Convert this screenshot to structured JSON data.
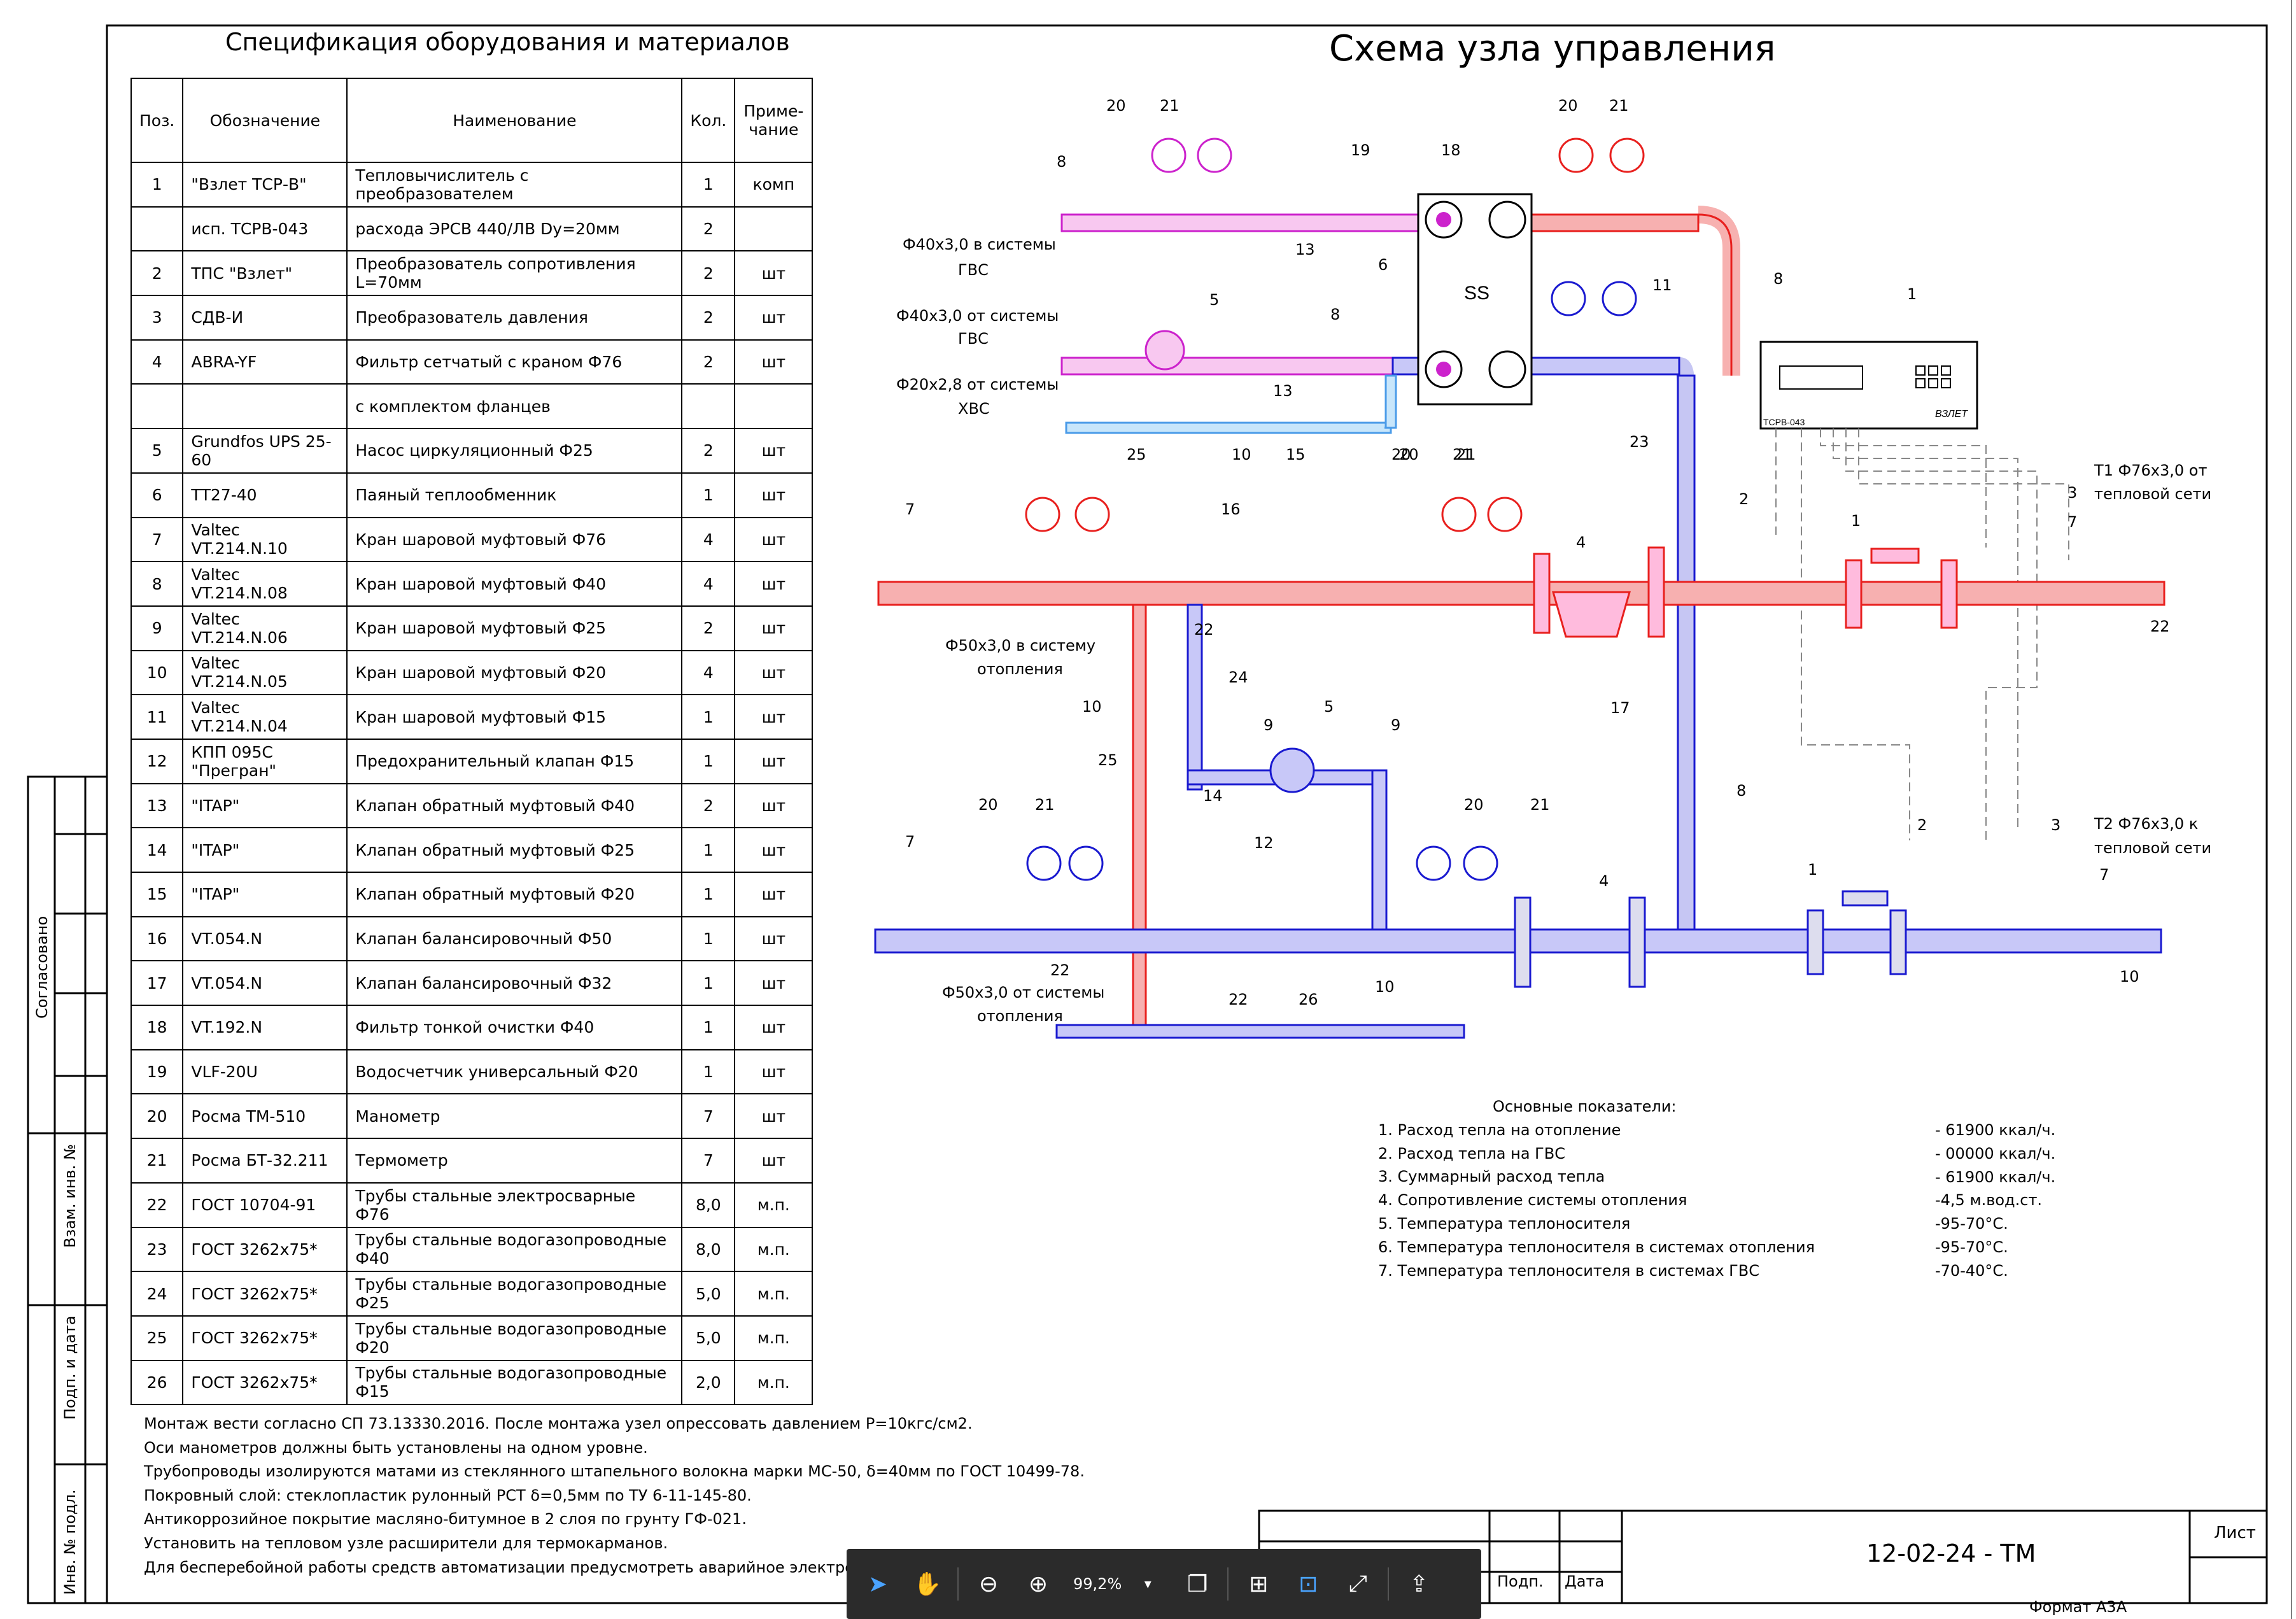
{
  "titles": {
    "spec": "Спецификация оборудования и материалов",
    "scheme": "Схема узла управления"
  },
  "spec_table": {
    "headers": [
      "Поз.",
      "Обозначение",
      "Наименование",
      "Кол.",
      "Приме-\nчание"
    ],
    "rows": [
      [
        "1",
        "\"Взлет ТСР-В\"",
        "Тепловычислитель с преобразователем",
        "1",
        "комп"
      ],
      [
        "",
        "исп. ТСРВ-043",
        "расхода ЭРСВ 440/ЛВ Dy=20мм",
        "2",
        ""
      ],
      [
        "2",
        "ТПС \"Взлет\"",
        "Преобразователь сопротивления L=70мм",
        "2",
        "шт"
      ],
      [
        "3",
        "СДВ-И",
        "Преобразователь давления",
        "2",
        "шт"
      ],
      [
        "4",
        "ABRA-YF",
        "Фильтр сетчатый с краном Ф76",
        "2",
        "шт"
      ],
      [
        "",
        "",
        "с комплектом фланцев",
        "",
        ""
      ],
      [
        "5",
        "Grundfos UPS 25-60",
        "Насос циркуляционный Ф25",
        "2",
        "шт"
      ],
      [
        "6",
        "ТТ27-40",
        "Паяный теплообменник",
        "1",
        "шт"
      ],
      [
        "7",
        "Valtec VT.214.N.10",
        "Кран шаровой муфтовый Ф76",
        "4",
        "шт"
      ],
      [
        "8",
        "Valtec VT.214.N.08",
        "Кран шаровой муфтовый Ф40",
        "4",
        "шт"
      ],
      [
        "9",
        "Valtec VT.214.N.06",
        "Кран шаровой муфтовый Ф25",
        "2",
        "шт"
      ],
      [
        "10",
        "Valtec VT.214.N.05",
        "Кран шаровой муфтовый Ф20",
        "4",
        "шт"
      ],
      [
        "11",
        "Valtec VT.214.N.04",
        "Кран шаровой муфтовый Ф15",
        "1",
        "шт"
      ],
      [
        "12",
        "КПП 095С \"Прегран\"",
        "Предохранительный клапан Ф15",
        "1",
        "шт"
      ],
      [
        "13",
        "\"ITAP\"",
        "Клапан обратный муфтовый Ф40",
        "2",
        "шт"
      ],
      [
        "14",
        "\"ITAP\"",
        "Клапан обратный муфтовый Ф25",
        "1",
        "шт"
      ],
      [
        "15",
        "\"ITAP\"",
        "Клапан обратный муфтовый Ф20",
        "1",
        "шт"
      ],
      [
        "16",
        "VT.054.N",
        "Клапан балансировочный Ф50",
        "1",
        "шт"
      ],
      [
        "17",
        "VT.054.N",
        "Клапан балансировочный Ф32",
        "1",
        "шт"
      ],
      [
        "18",
        "VT.192.N",
        "Фильтр тонкой очистки Ф40",
        "1",
        "шт"
      ],
      [
        "19",
        "VLF-20U",
        "Водосчетчик универсальный Ф20",
        "1",
        "шт"
      ],
      [
        "20",
        "Росма ТМ-510",
        "Манометр",
        "7",
        "шт"
      ],
      [
        "21",
        "Росма БТ-32.211",
        "Термометр",
        "7",
        "шт"
      ],
      [
        "22",
        "ГОСТ 10704-91",
        "Трубы стальные электросварные Ф76",
        "8,0",
        "м.п."
      ],
      [
        "23",
        "ГОСТ 3262х75*",
        "Трубы стальные водогазопроводные Ф40",
        "8,0",
        "м.п."
      ],
      [
        "24",
        "ГОСТ 3262х75*",
        "Трубы стальные водогазопроводные Ф25",
        "5,0",
        "м.п."
      ],
      [
        "25",
        "ГОСТ 3262х75*",
        "Трубы стальные водогазопроводные Ф20",
        "5,0",
        "м.п."
      ],
      [
        "26",
        "ГОСТ 3262х75*",
        "Трубы стальные водогазопроводные Ф15",
        "2,0",
        "м.п."
      ]
    ]
  },
  "notes": [
    "Монтаж вести согласно СП 73.13330.2016. После монтажа узел опрессовать давлением Р=10кгс/см2.",
    "Оси манометров должны быть установлены на одном уровне.",
    "Трубопроводы изолируются матами из стеклянного штапельного волокна марки МС-50, δ=40мм по ГОСТ 10499-78.",
    "Покровный слой: стеклопластик рулонный РСТ δ=0,5мм по ТУ 6-11-145-80.",
    "Антикоррозийное покрытие масляно-битумное в 2 слоя по грунту ГФ-021.",
    "Установить на тепловом узле расширители для термокарманов.",
    "Для бесперебойной работы средств автоматизации предусмотреть аварийное электроснабжение"
  ],
  "indicators": {
    "title": "Основные показатели:",
    "items": [
      "1.  Расход тепла на отопление",
      "2.  Расход тепла на ГВС",
      "3.  Суммарный расход тепла",
      "4.  Сопротивление системы отопления",
      "5.  Температура теплоносителя",
      "6.  Температура теплоносителя в системах отопления",
      "7.  Температура теплоносителя в системах ГВС"
    ],
    "values": [
      "- 61900 ккал/ч.",
      "- 00000 ккал/ч.",
      "- 61900 ккал/ч.",
      "-4,5 м.вод.ст.",
      "-95-70°С.",
      "-95-70°С.",
      "-70-40°С."
    ]
  },
  "diagram_labels": {
    "gvs1": "Ф40х3,0 в системы",
    "gvs1b": "ГВС",
    "gvs2": "Ф40х3,0 от системы",
    "gvs2b": "ГВС",
    "hvs": "Ф20х2,8 от системы",
    "hvsb": "ХВС",
    "t1": "Т1 Ф76х3,0 от",
    "t1b": "тепловой сети",
    "t2": "Т2 Ф76х3,0 к",
    "t2b": "тепловой сети",
    "heat_out": "Ф50х3,0 в систему",
    "heat_outb": "отопления",
    "heat_in": "Ф50х3,0 от системы",
    "heat_inb": "отопления",
    "device": "ВЗЛЕТ",
    "device_model": "ТСРВ-043",
    "hx_mark": "ЅЅ"
  },
  "callouts": [
    "20",
    "21",
    "19",
    "18",
    "8",
    "13",
    "6",
    "5",
    "8",
    "13",
    "10",
    "15",
    "25",
    "20",
    "21",
    "11",
    "8",
    "23",
    "1",
    "20",
    "21",
    "7",
    "16",
    "20",
    "21",
    "4",
    "2",
    "1",
    "3",
    "7",
    "22",
    "22",
    "10",
    "24",
    "9",
    "5",
    "9",
    "14",
    "25",
    "17",
    "8",
    "20",
    "21",
    "7",
    "12",
    "20",
    "21",
    "4",
    "1",
    "2",
    "3",
    "7",
    "22",
    "26",
    "10",
    "10",
    "22"
  ],
  "title_block": {
    "doc_number": "12-02-24 - ТМ",
    "sheet": "Лист",
    "format": "Формат А3А",
    "podp": "Подп.",
    "data": "Дата"
  },
  "side_stamps": {
    "soglasovano": "Согласовано",
    "vzam": "Взам. инв. №",
    "podp_data": "Подп. и дата",
    "inv": "Инв. № подл."
  },
  "toolbar": {
    "zoom": "99,2%",
    "icons": [
      "cursor-icon",
      "hand-icon",
      "zoom-out-icon",
      "zoom-in-icon",
      "chevron-down-icon",
      "pages-icon",
      "fit-page-icon",
      "fit-width-icon",
      "fullscreen-icon",
      "export-icon"
    ]
  },
  "colors": {
    "supply": "#e8201e",
    "supply_fill": "#f7b0b0",
    "return": "#1a1ad0",
    "gvs": "#cc22cc",
    "cold": "#4a9be8",
    "frame": "#000000"
  }
}
